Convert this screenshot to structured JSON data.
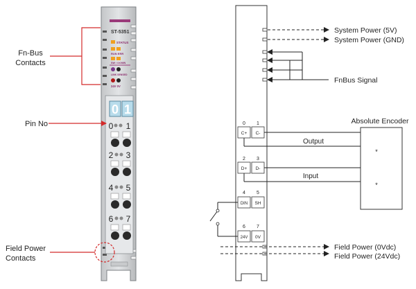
{
  "left_labels": {
    "fnbus_contacts_line1": "Fn-Bus",
    "fnbus_contacts_line2": "Contacts",
    "pin_no": "Pin No",
    "field_power_line1": "Field Power",
    "field_power_line2": "Contacts"
  },
  "module": {
    "model": "ST-5351",
    "status": "STATUS",
    "run_err": "RUN ERR",
    "sw_down": "SW / DOWN",
    "link_sensed": "LINK SENSED",
    "power": "24V  0V",
    "display_left": "0",
    "display_right": "1",
    "pin_numbers": [
      "0",
      "1",
      "2",
      "3",
      "4",
      "5",
      "6",
      "7"
    ]
  },
  "schematic": {
    "terminals": [
      {
        "num": "0",
        "label": "C+"
      },
      {
        "num": "1",
        "label": "C-"
      },
      {
        "num": "2",
        "label": "D+"
      },
      {
        "num": "3",
        "label": "D-"
      },
      {
        "num": "4",
        "label": "DIN"
      },
      {
        "num": "5",
        "label": "SH"
      },
      {
        "num": "6",
        "label": "24V"
      },
      {
        "num": "7",
        "label": "0V"
      }
    ],
    "system_power_5v": "System Power (5V)",
    "system_power_gnd": "System Power (GND)",
    "fnbus_signal": "FnBus Signal",
    "encoder_title": "Absolute Encoder",
    "output_label": "Output",
    "input_label": "Input",
    "encoder_mark_1": "*",
    "encoder_mark_2": "*",
    "field_power_0v": "Field Power (0Vdc)",
    "field_power_24v": "Field Power (24Vdc)"
  },
  "colors": {
    "annotation_red": "#d42a2a",
    "module_gray": "#d4d6d8",
    "module_edge": "#7c8084",
    "display_blue": "#b8dceb",
    "led_orange": "#f0a020",
    "led_purple": "#7a3a8a",
    "led_red": "#b01818",
    "label_purple": "#8a2a6a"
  }
}
